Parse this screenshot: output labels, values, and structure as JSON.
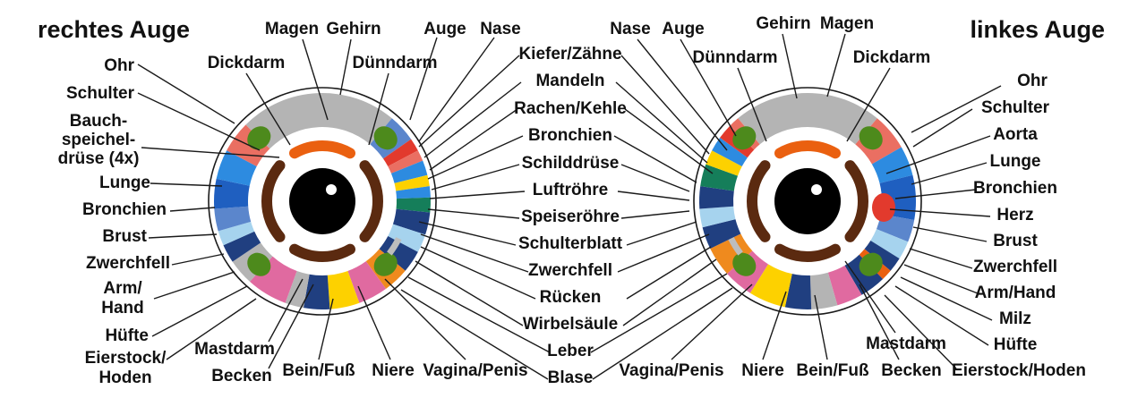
{
  "titles": {
    "right_eye": "rechtes Auge",
    "left_eye": "linkes Auge"
  },
  "palette": {
    "gray": "#b4b4b4",
    "salmon": "#ea6f62",
    "blue": "#5b86cc",
    "deep_blue": "#1f5fc0",
    "sky": "#2d8be0",
    "light_blue": "#a6d3ee",
    "navy": "#203f80",
    "green": "#4d8a1c",
    "teal": "#157e5a",
    "yellow": "#fdd100",
    "pink": "#e06aa0",
    "orange": "#ef8a1e",
    "red": "#e23a2d",
    "brown": "#5b2a10",
    "orange_arc": "#ea6010"
  },
  "right_eye": {
    "labels": {
      "ohr": "Ohr",
      "schulter": "Schulter",
      "bauchspeicheldruese": [
        "Bauch-",
        "speichel-",
        "drüse (4x)"
      ],
      "lunge": "Lunge",
      "bronchien": "Bronchien",
      "brust": "Brust",
      "zwerchfell": "Zwerchfell",
      "arm_hand": [
        "Arm/",
        "Hand"
      ],
      "huefte": "Hüfte",
      "eierstock_hoden": [
        "Eierstock/",
        "Hoden"
      ],
      "dickdarm": "Dickdarm",
      "magen": "Magen",
      "gehirn": "Gehirn",
      "auge": "Auge",
      "nase": "Nase",
      "duenndarm": "Dünndarm",
      "mastdarm": "Mastdarm",
      "becken": "Becken",
      "bein_fuss": "Bein/Fuß",
      "niere": "Niere",
      "vagina_penis": "Vagina/Penis"
    }
  },
  "center_labels": [
    "Kiefer/Zähne",
    "Mandeln",
    "Rachen/Kehle",
    "Bronchien",
    "Schilddrüse",
    "Luftröhre",
    "Speiseröhre",
    "Schulterblatt",
    "Zwerchfell",
    "Rücken",
    "Wirbelsäule",
    "Leber",
    "Blase"
  ],
  "left_eye": {
    "labels": {
      "nase": "Nase",
      "auge": "Auge",
      "gehirn": "Gehirn",
      "magen": "Magen",
      "duenndarm": "Dünndarm",
      "dickdarm": "Dickdarm",
      "ohr": "Ohr",
      "schulter": "Schulter",
      "aorta": "Aorta",
      "lunge": "Lunge",
      "bronchien": "Bronchien",
      "herz": "Herz",
      "brust": "Brust",
      "zwerchfell": "Zwerchfell",
      "arm_hand": "Arm/Hand",
      "milz": "Milz",
      "huefte": "Hüfte",
      "eierstock_hoden": "Eierstock/Hoden",
      "mastdarm": "Mastdarm",
      "becken": "Becken",
      "bein_fuss": "Bein/Fuß",
      "niere": "Niere",
      "vagina_penis": "Vagina/Penis"
    }
  }
}
